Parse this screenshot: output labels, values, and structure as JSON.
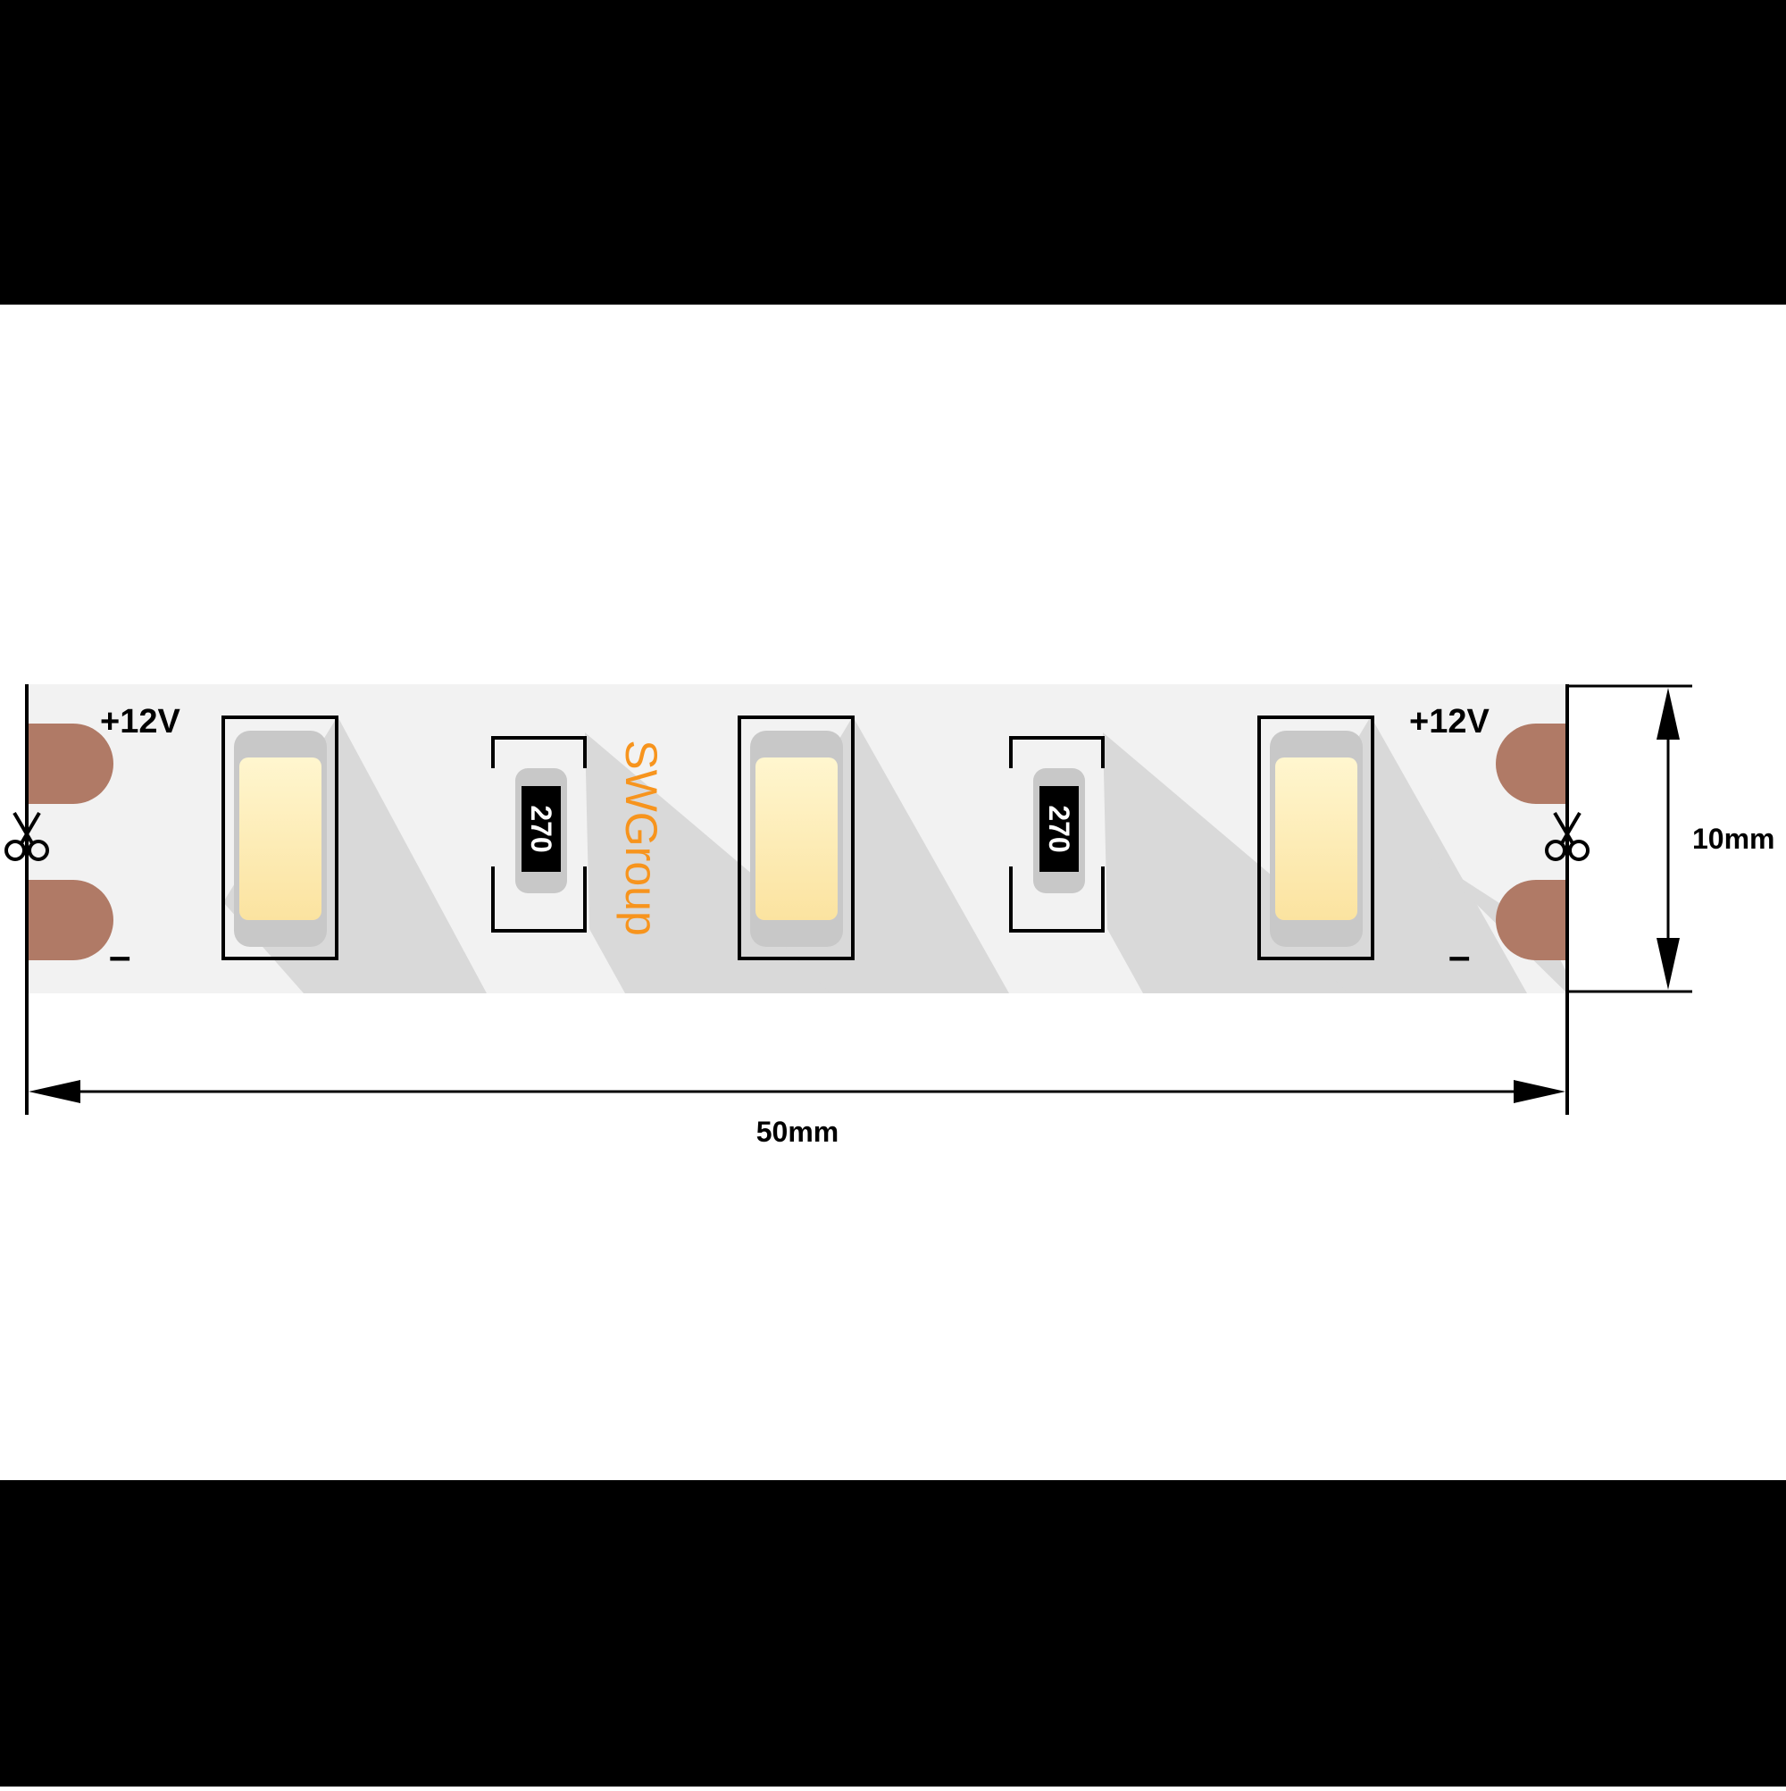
{
  "diagram": {
    "polarity_positive_left": "+12V",
    "polarity_negative_left": "–",
    "polarity_positive_right": "+12V",
    "polarity_negative_right": "–",
    "resistor_1_code": "270",
    "resistor_2_code": "270",
    "brand_logo": "SWGroup",
    "dimension_width": "10mm",
    "dimension_length": "50mm"
  },
  "colors": {
    "background_bars": "#000000",
    "strip": "#f2f2f2",
    "shadow": "#d9d9d9",
    "copper_pad": "#b07a66",
    "led_phosphor": "#fbe8a6",
    "led_housing": "#c8c8c8",
    "logo": "#f7941d",
    "lines": "#000000"
  },
  "icons": [
    "scissors-icon",
    "arrow-icon"
  ]
}
